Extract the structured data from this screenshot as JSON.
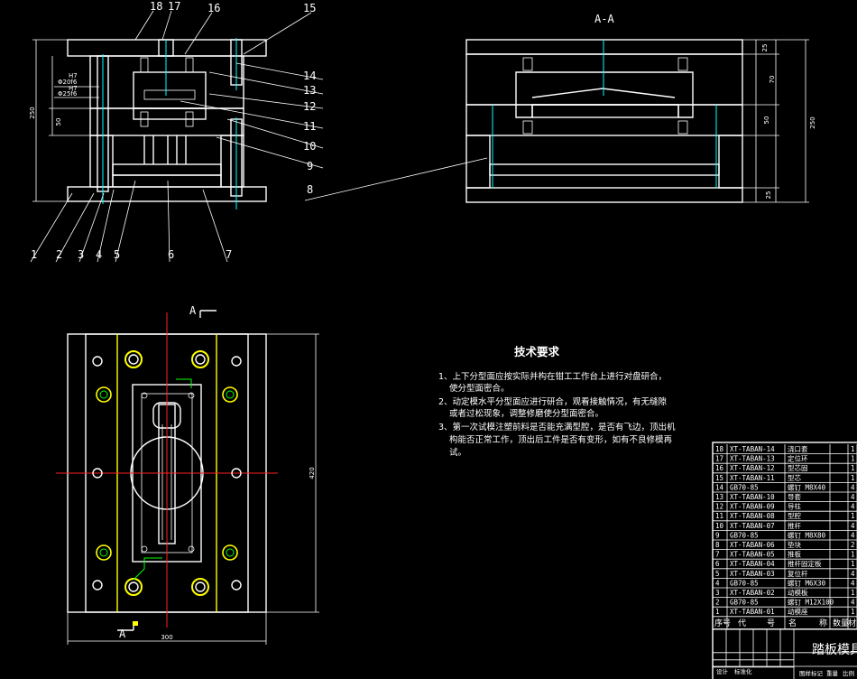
{
  "views": {
    "section_title": "A-A",
    "section_marker_top": "A",
    "section_marker_bottom": "A"
  },
  "part_callouts": [
    "1",
    "2",
    "3",
    "4",
    "5",
    "6",
    "7",
    "8",
    "9",
    "10",
    "11",
    "12",
    "13",
    "14",
    "15",
    "16",
    "17",
    "18"
  ],
  "dimensions": {
    "front_height": "250",
    "front_fit_1": "H7",
    "front_fit_1b": "Φ20f6",
    "front_fit_2": "H7",
    "front_fit_2b": "Φ25f6",
    "front_50": "50",
    "sec_25_top": "25",
    "sec_70": "70",
    "sec_50": "50",
    "sec_250": "250",
    "sec_25_bot": "25",
    "plan_height": "420",
    "plan_width": "300"
  },
  "tech_requirements": {
    "title": "技术要求",
    "items": [
      "1、上下分型面应按实际并构在钳工工作台上进行对盘研合，",
      "使分型面密合。",
      "2、动定模水平分型面应进行研合，观看接触情况，有无缝隙",
      "或者过松现象，调整修磨使分型面密合。",
      "3、第一次试模注塑前料是否能充满型腔，是否有飞边，顶出机",
      "构能否正常工作，顶出后工件是否有变形，如有不良修模再",
      "试。"
    ]
  },
  "bom": {
    "headers": [
      "序号",
      "代",
      "号",
      "名",
      "称",
      "数量",
      "材"
    ],
    "rows": [
      {
        "no": "18",
        "code": "XT-TABAN-14",
        "name": "浇口套",
        "qty": "1"
      },
      {
        "no": "17",
        "code": "XT-TABAN-13",
        "name": "定位环",
        "qty": "1"
      },
      {
        "no": "16",
        "code": "XT-TABAN-12",
        "name": "型芯固",
        "qty": "1"
      },
      {
        "no": "15",
        "code": "XT-TABAN-11",
        "name": "型芯",
        "qty": "1"
      },
      {
        "no": "14",
        "code": "GB70-85",
        "name": "螺钉 M8X40",
        "qty": "4"
      },
      {
        "no": "13",
        "code": "XT-TABAN-10",
        "name": "导套",
        "qty": "4"
      },
      {
        "no": "12",
        "code": "XT-TABAN-09",
        "name": "导柱",
        "qty": "4"
      },
      {
        "no": "11",
        "code": "XT-TABAN-08",
        "name": "型腔",
        "qty": "1"
      },
      {
        "no": "10",
        "code": "XT-TABAN-07",
        "name": "推杆",
        "qty": "4"
      },
      {
        "no": "9",
        "code": "GB70-85",
        "name": "螺钉 M8X80",
        "qty": "4"
      },
      {
        "no": "8",
        "code": "XT-TABAN-06",
        "name": "垫块",
        "qty": "2"
      },
      {
        "no": "7",
        "code": "XT-TABAN-05",
        "name": "推板",
        "qty": "1"
      },
      {
        "no": "6",
        "code": "XT-TABAN-04",
        "name": "推杆固定板",
        "qty": "1"
      },
      {
        "no": "5",
        "code": "XT-TABAN-03",
        "name": "复位杆",
        "qty": "4"
      },
      {
        "no": "4",
        "code": "GB70-85",
        "name": "螺钉 M6X30",
        "qty": "4"
      },
      {
        "no": "3",
        "code": "XT-TABAN-02",
        "name": "动模板",
        "qty": "1"
      },
      {
        "no": "2",
        "code": "GB70-85",
        "name": "螺钉 M12X100",
        "qty": "4"
      },
      {
        "no": "1",
        "code": "XT-TABAN-01",
        "name": "动模座",
        "qty": "1"
      }
    ]
  },
  "title_block": {
    "drawing_title": "踏板模具",
    "labels": [
      "设计",
      "标准化",
      "图样标记",
      "重量",
      "比例"
    ]
  },
  "colors": {
    "background": "#000000",
    "lines": "#ffffff",
    "hatch": "#ffffff",
    "centerline": "#ff2020",
    "guide": "#ffff00",
    "cyan": "#00ffff",
    "green": "#00ff00"
  }
}
